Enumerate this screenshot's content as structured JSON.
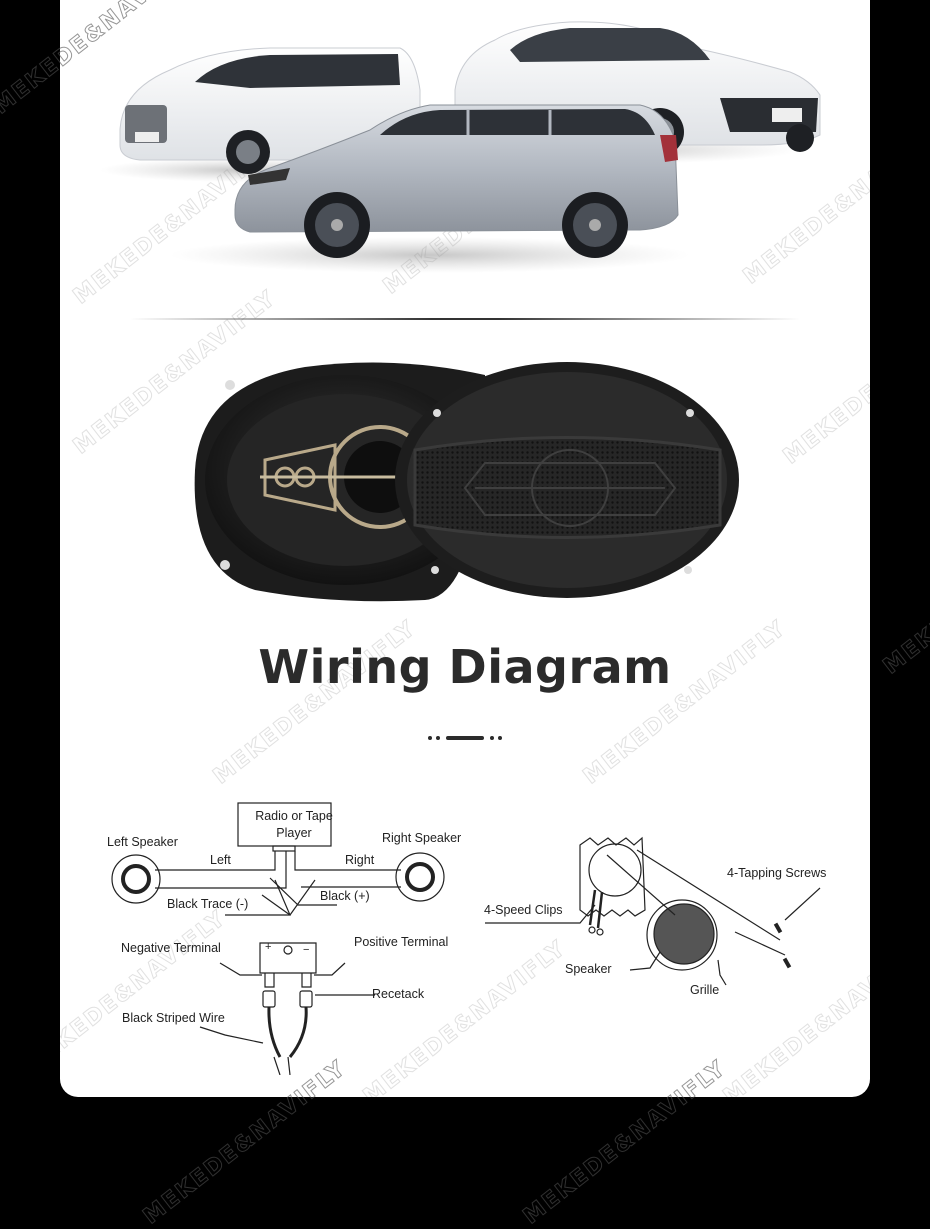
{
  "watermark": "MEKEDE&NAVIFLY",
  "hero": {
    "image_desc": "Three cars: white MPV, white sedan, silver SUV",
    "cars": [
      "white-mpv",
      "white-sedan",
      "silver-suv"
    ]
  },
  "product": {
    "image_desc": "Pair of 6x9 inch oval coaxial car speakers, one with grille"
  },
  "section": {
    "title": "Wiring Diagram"
  },
  "wiring_diagram": {
    "head_unit": [
      "Radio or Tape",
      "Player"
    ],
    "left_speaker": "Left Speaker",
    "right_speaker": "Right Speaker",
    "left": "Left",
    "right": "Right",
    "black_trace": "Black  Trace (-)",
    "black_plus": "Black  (+)",
    "negative_terminal": "Negative  Terminal",
    "positive_terminal": "Positive  Terminal",
    "recetack": "Recetack",
    "black_striped_wire": "Black  Striped  Wire",
    "terminal_plus": "+",
    "terminal_minus": "−"
  },
  "install_diagram": {
    "speed_clips": "4-Speed  Clips",
    "tapping_screws": "4-Tapping Screws",
    "speaker": "Speaker",
    "grille": "Grille"
  },
  "colors": {
    "background": "#000000",
    "card": "#ffffff",
    "title": "#2b2b2b",
    "speaker_body": "#1e1e1e",
    "speaker_accent": "#b9a98a",
    "suv": "#b7bcc4"
  }
}
